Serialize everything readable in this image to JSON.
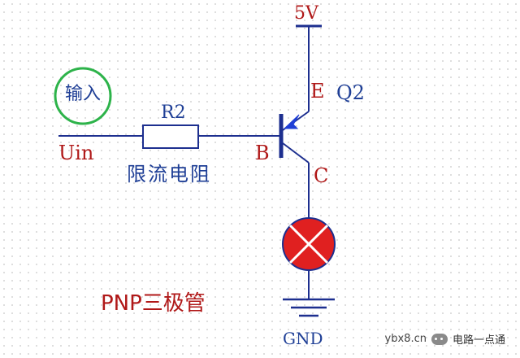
{
  "diagram": {
    "labels": {
      "input_badge": "输入",
      "input_net": "Uin",
      "resistor_ref": "R2",
      "resistor_desc": "限流电阻",
      "supply": "5V",
      "emitter": "E",
      "transistor_ref": "Q2",
      "base": "B",
      "collector": "C",
      "caption": "PNP三极管",
      "ground": "GND"
    }
  },
  "watermark": {
    "site": "ybx8.cn",
    "channel": "电路一点通"
  },
  "colors": {
    "wire": "#1d2f8f",
    "lamp_fill": "#e02020",
    "lamp_cross": "#ffffff",
    "badge_ring": "#2db34a",
    "arrow": "#1f3fd6",
    "label_blue": "#1f3f96",
    "label_red": "#b01818"
  }
}
